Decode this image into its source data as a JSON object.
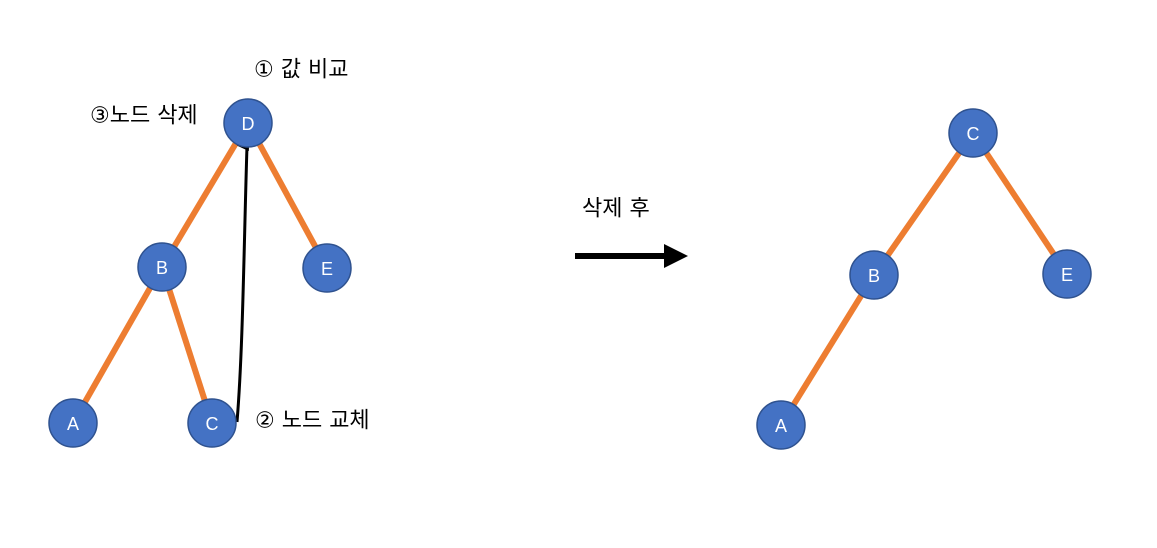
{
  "before_tree": {
    "nodes": [
      {
        "id": "D",
        "label": "D"
      },
      {
        "id": "B",
        "label": "B"
      },
      {
        "id": "E",
        "label": "E"
      },
      {
        "id": "A",
        "label": "A"
      },
      {
        "id": "C",
        "label": "C"
      }
    ],
    "edges": [
      [
        "D",
        "B"
      ],
      [
        "D",
        "E"
      ],
      [
        "B",
        "A"
      ],
      [
        "B",
        "C"
      ]
    ]
  },
  "after_tree": {
    "nodes": [
      {
        "id": "C",
        "label": "C"
      },
      {
        "id": "B",
        "label": "B"
      },
      {
        "id": "E",
        "label": "E"
      },
      {
        "id": "A",
        "label": "A"
      }
    ],
    "edges": [
      [
        "C",
        "B"
      ],
      [
        "C",
        "E"
      ],
      [
        "B",
        "A"
      ]
    ]
  },
  "annotations": {
    "step1": "① 값 비교",
    "step2": "② 노드 교체",
    "step3": "③노드 삭제"
  },
  "transition_label": "삭제 후",
  "colors": {
    "node_fill": "#4472C4",
    "edge": "#ED7D31",
    "arrow": "#000000"
  }
}
